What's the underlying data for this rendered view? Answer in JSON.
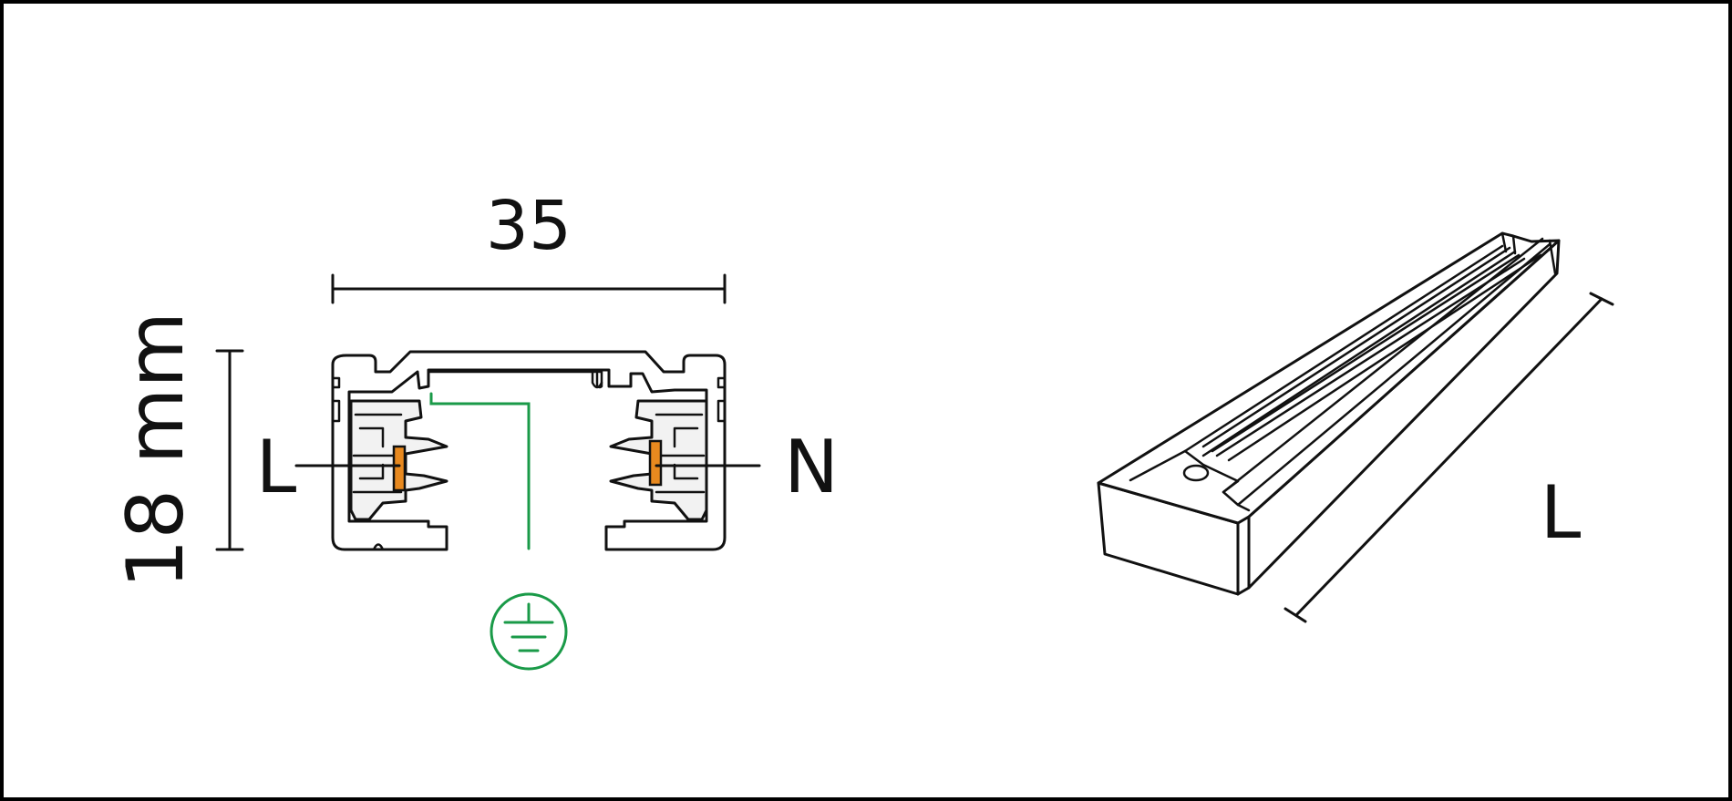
{
  "labels": {
    "width_value": "35",
    "height_value": "18 mm",
    "live_label": "L",
    "neutral_label": "N",
    "length_label": "L"
  },
  "colors": {
    "outline": "#111111",
    "earth": "#1a9a48",
    "contact": "#e8891f",
    "background": "#ffffff",
    "border": "#000000"
  },
  "icons": {
    "earth_symbol": "earth-ground-icon"
  }
}
